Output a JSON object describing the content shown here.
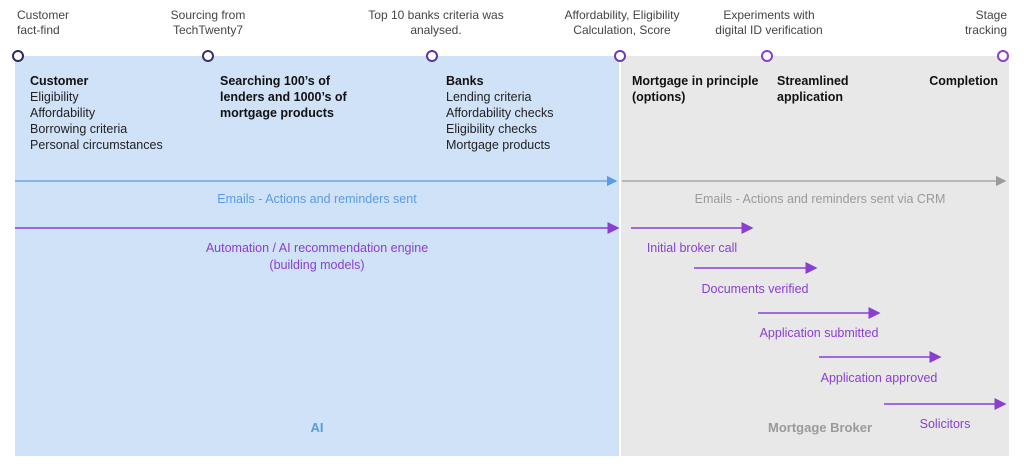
{
  "stages": [
    {
      "label": "Customer\nfact-find"
    },
    {
      "label": "Sourcing from\nTechTwenty7"
    },
    {
      "label": "Top 10 banks criteria was\nanalysed."
    },
    {
      "label": "Affordability, Eligibility\nCalculation, Score"
    },
    {
      "label": "Experiments with\ndigital ID verification"
    },
    {
      "label": "Stage\ntracking"
    }
  ],
  "columns": {
    "customer": {
      "title": "Customer",
      "items": [
        "Eligibility",
        "Affordability",
        "Borrowing criteria",
        "Personal circumstances"
      ]
    },
    "searching": {
      "title": "Searching 100’s of\nlenders and 1000’s of\nmortgage products"
    },
    "banks": {
      "title": "Banks",
      "items": [
        "Lending criteria",
        "Affordability checks",
        "Eligibility checks",
        "Mortgage products"
      ]
    },
    "mip": {
      "title": "Mortgage in principle\n(options)"
    },
    "streamlined": {
      "title": "Streamlined\napplication"
    },
    "completion": {
      "title": "Completion"
    }
  },
  "flows": {
    "emails_ai": "Emails - Actions and reminders sent",
    "emails_crm": "Emails - Actions and reminders sent via CRM",
    "automation": "Automation / AI recommendation engine\n(building models)"
  },
  "broker_steps": [
    "Initial broker call",
    "Documents verified",
    "Application submitted",
    "Application approved",
    "Solicitors"
  ],
  "panels": {
    "ai": "AI",
    "broker": "Mortgage Broker"
  },
  "colors": {
    "ai_panel": "#cfe2f8",
    "broker_panel": "#e8e8e8",
    "blue": "#5b9bdf",
    "purple": "#8a3fd1",
    "grey": "#9a9a9a",
    "navy": "#2e2a5a"
  }
}
